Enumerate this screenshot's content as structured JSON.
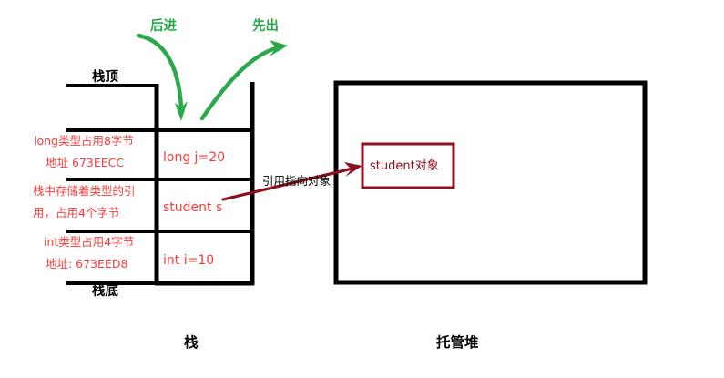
{
  "diagram": {
    "title_stack": "栈",
    "title_heap": "托管堆",
    "flow_labels": {
      "last_in": "后进",
      "first_out": "先出"
    },
    "stack": {
      "top_label": "栈顶",
      "bottom_label": "栈底",
      "cells": [
        {
          "id": "empty-slot",
          "value": ""
        },
        {
          "id": "long-j",
          "value": "long j=20"
        },
        {
          "id": "student-s",
          "value": "student s"
        },
        {
          "id": "int-i",
          "value": "int i=10"
        }
      ],
      "annotations": [
        {
          "id": "long-anno",
          "line1": "long类型占用8字节",
          "line2": "地址  673EECC"
        },
        {
          "id": "ref-anno",
          "line1": "栈中存储着类型的引",
          "line2": "用，占用4个字节"
        },
        {
          "id": "int-anno",
          "line1": "int类型占用4字节",
          "line2": "地址: 673EED8"
        }
      ]
    },
    "heap": {
      "object_box_label": "student对象"
    },
    "pointer_label": "引用指向对象",
    "colors": {
      "red_annotation": "#fb3b3b",
      "green_arrow": "#2ba84a",
      "dark_red_arrow": "#8b1020",
      "outline_black": "#000000",
      "background": "#ffffff"
    }
  }
}
